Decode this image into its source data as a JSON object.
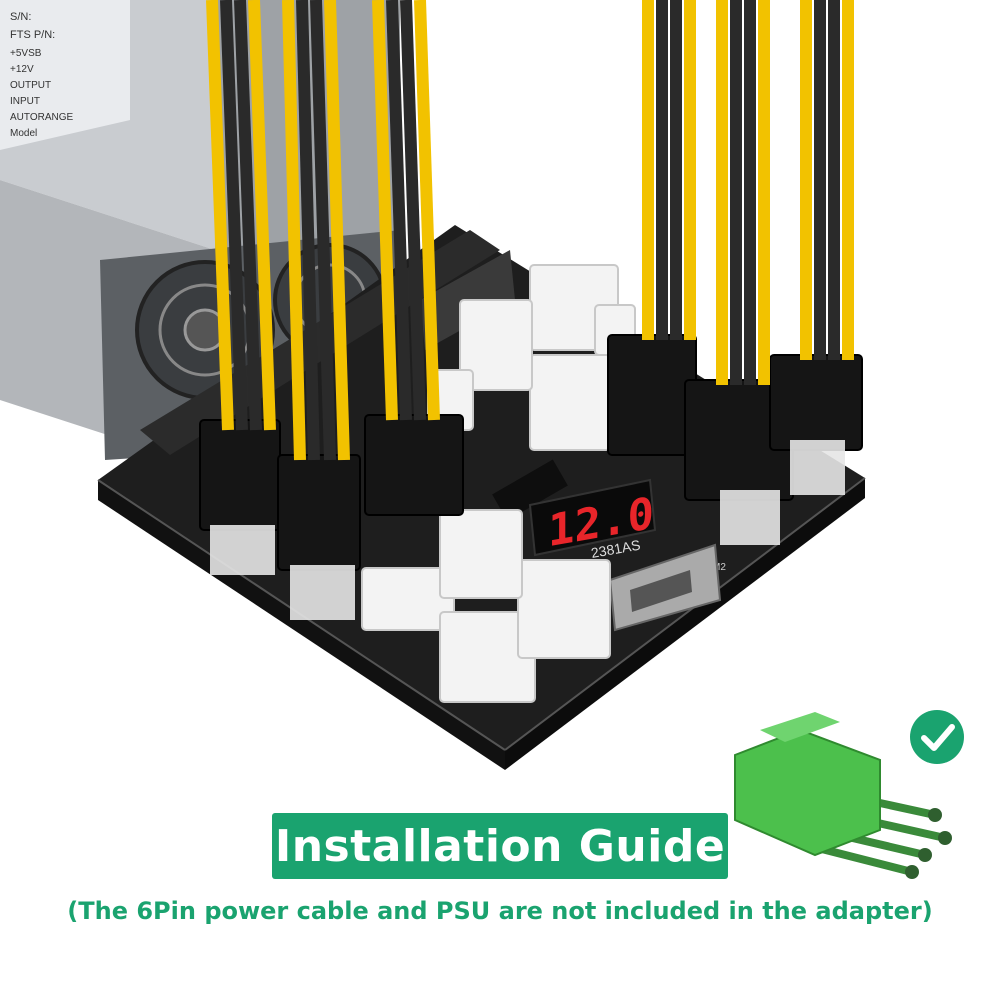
{
  "banner": {
    "title": "Installation Guide"
  },
  "note": {
    "text": "(The 6Pin power cable and PSU are not included in the adapter)"
  },
  "board": {
    "display_digits": "12.0",
    "chip_marking": "2381AS",
    "silk_m2": "M2"
  },
  "psu_label": {
    "lines": [
      "S/N:",
      "FTS P/N:",
      "+5VSB",
      "+12V",
      "OUTPUT",
      "INPUT",
      "AUTORANGE",
      "Model"
    ]
  },
  "colors": {
    "accent_green": "#1aa36f",
    "board_black": "#1e1e1e",
    "wire_yellow": "#f2c200",
    "wire_black": "#2a2a2a",
    "connector_green": "#4cc04c",
    "display_red": "#e8252a"
  },
  "icons": [
    "check-icon",
    "6pin-connector-icon",
    "psu-fan-icon"
  ]
}
